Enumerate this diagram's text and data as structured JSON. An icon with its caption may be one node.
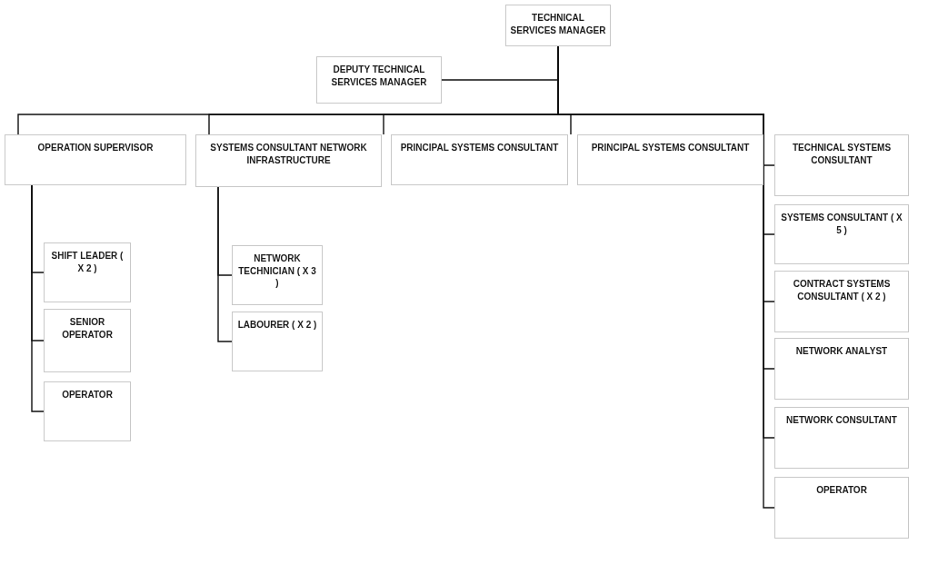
{
  "diagram": {
    "nodes": [
      {
        "text": [
          "TECHNICAL SERVICES MANAGER"
        ]
      },
      {
        "text": [
          "DEPUTY TECHNICAL SERVICES MANAGER"
        ]
      },
      {
        "text": [
          "OPERATION SUPERVISOR"
        ]
      },
      {
        "text": [
          "SYSTEMS CONSULTANT NETWORK INFRASTRUCTURE"
        ]
      },
      {
        "text": [
          "PRINCIPAL SYSTEMS CONSULTANT"
        ]
      },
      {
        "text": [
          "PRINCIPAL SYSTEMS CONSULTANT"
        ]
      },
      {
        "text": [
          "SHIFT LEADER ( X 2 )"
        ]
      },
      {
        "text": [
          "SENIOR OPERATOR"
        ]
      },
      {
        "text": [
          "OPERATOR"
        ]
      },
      {
        "text": [
          "NETWORK TECHNICIAN ( X 3 )"
        ]
      },
      {
        "text": [
          "LABOURER ( X 2 )"
        ]
      },
      {
        "text": [
          "TECHNICAL SYSTEMS CONSULTANT"
        ]
      },
      {
        "text": [
          "SYSTEMS CONSULTANT ( X 5 )"
        ]
      },
      {
        "text": [
          "CONTRACT SYSTEMS CONSULTANT ( X 2 )"
        ]
      },
      {
        "text": [
          "NETWORK ANALYST"
        ]
      },
      {
        "text": [
          "NETWORK CONSULTANT"
        ]
      },
      {
        "text": [
          "OPERATOR"
        ]
      }
    ],
    "edges": [
      {
        "from": 0,
        "to": 1,
        "arrow": "none"
      },
      {
        "from": 0,
        "to": 2,
        "arrow": "none"
      },
      {
        "from": 0,
        "to": 3,
        "arrow": "none"
      },
      {
        "from": 0,
        "to": 4,
        "arrow": "none"
      },
      {
        "from": 0,
        "to": 5,
        "arrow": "none"
      },
      {
        "from": 2,
        "to": 6,
        "arrow": "none"
      },
      {
        "from": 2,
        "to": 7,
        "arrow": "none"
      },
      {
        "from": 2,
        "to": 8,
        "arrow": "none"
      },
      {
        "from": 3,
        "to": 9,
        "arrow": "none"
      },
      {
        "from": 3,
        "to": 10,
        "arrow": "none"
      },
      {
        "from": 0,
        "to": 11,
        "arrow": "none"
      },
      {
        "from": 0,
        "to": 12,
        "arrow": "none"
      },
      {
        "from": 0,
        "to": 13,
        "arrow": "none"
      },
      {
        "from": 0,
        "to": 14,
        "arrow": "none"
      },
      {
        "from": 0,
        "to": 15,
        "arrow": "none"
      },
      {
        "from": 0,
        "to": 16,
        "arrow": "none"
      }
    ]
  }
}
